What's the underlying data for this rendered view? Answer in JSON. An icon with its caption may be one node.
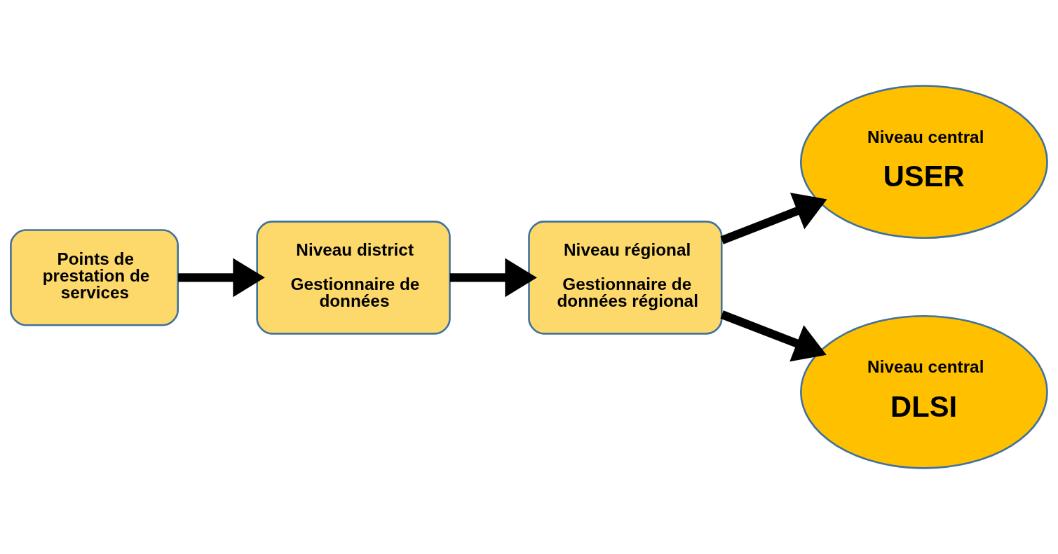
{
  "diagram": {
    "nodes": [
      {
        "text": [
          "Points de prestation de services"
        ]
      },
      {
        "text": [
          "Niveau district",
          "Gestionnaire de données"
        ]
      },
      {
        "text": [
          "Niveau régional",
          "Gestionnaire de données régional"
        ]
      },
      {
        "text": [
          "Niveau central",
          "USER"
        ]
      },
      {
        "text": [
          "Niveau central",
          "DLSI"
        ]
      }
    ],
    "edges": [
      {
        "from": 0,
        "to": 1,
        "arrow": "to"
      },
      {
        "from": 1,
        "to": 2,
        "arrow": "to"
      },
      {
        "from": 2,
        "to": 3,
        "arrow": "to"
      },
      {
        "from": 2,
        "to": 4,
        "arrow": "to"
      }
    ]
  }
}
